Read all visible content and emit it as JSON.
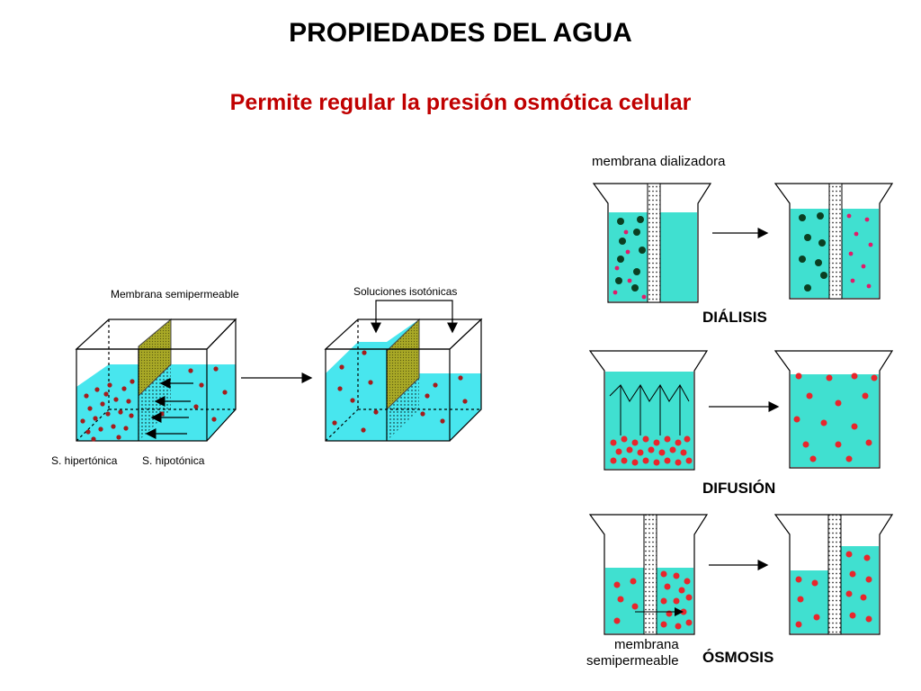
{
  "title": "PROPIEDADES DEL AGUA",
  "subtitle": "Permite regular la presión osmótica celular",
  "left_diagram": {
    "membrane_label": "Membrana semipermeable",
    "isotonic_label": "Soluciones isotónicas",
    "hypertonic_label": "S. hipertónica",
    "hypotonic_label": "S. hipotónica"
  },
  "right_diagram": {
    "dialysis_membrane_label": "membrana dializadora",
    "dialysis_label": "DIÁLISIS",
    "diffusion_label": "DIFUSIÓN",
    "osmosis_label": "ÓSMOSIS",
    "osmosis_membrane_label_1": "membrana",
    "osmosis_membrane_label_2": "semipermeable"
  },
  "colors": {
    "water": "#40e0d0",
    "water_box": "#48e6ee",
    "membrane": "#9b9a1e",
    "particle": "#a51c1c",
    "red_particle": "#e8262c",
    "dark_particle": "#0b3f22",
    "title_red": "#c00000"
  }
}
